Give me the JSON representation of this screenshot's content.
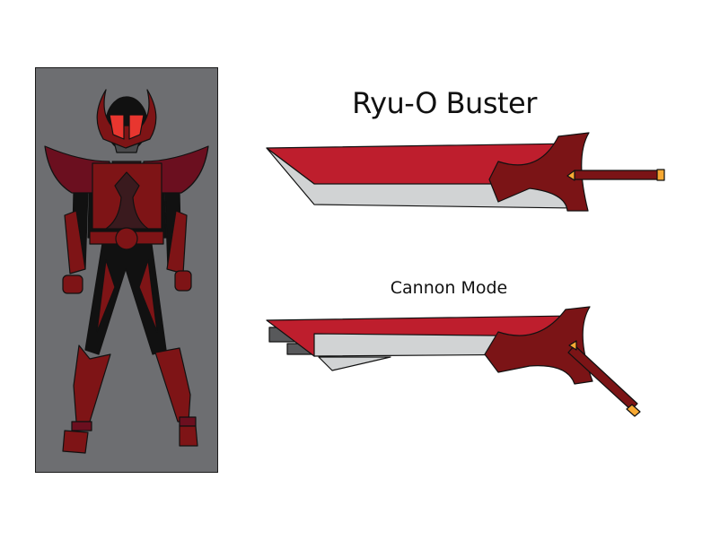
{
  "sheet": {
    "title": "Ryu-O Buster",
    "subtitle": "Cannon Mode"
  },
  "character": {
    "panel_color": "#6d6e71",
    "colors": {
      "armor_red": "#7e1416",
      "armor_dark": "#6b0f1f",
      "accent_dark": "#3a1a1e",
      "visor": "#e8362f",
      "bodysuit": "#111111",
      "face": "#4a4a4c"
    }
  },
  "weapons": [
    {
      "label": "Ryu-O Buster",
      "mode": "sword"
    },
    {
      "label": "Cannon Mode",
      "mode": "cannon"
    }
  ],
  "weapon_colors": {
    "blade_red": "#be1e2d",
    "blade_silver": "#d1d3d4",
    "guard": "#7b1416",
    "pommel": "#f7a933",
    "barrel": "#58595b"
  }
}
